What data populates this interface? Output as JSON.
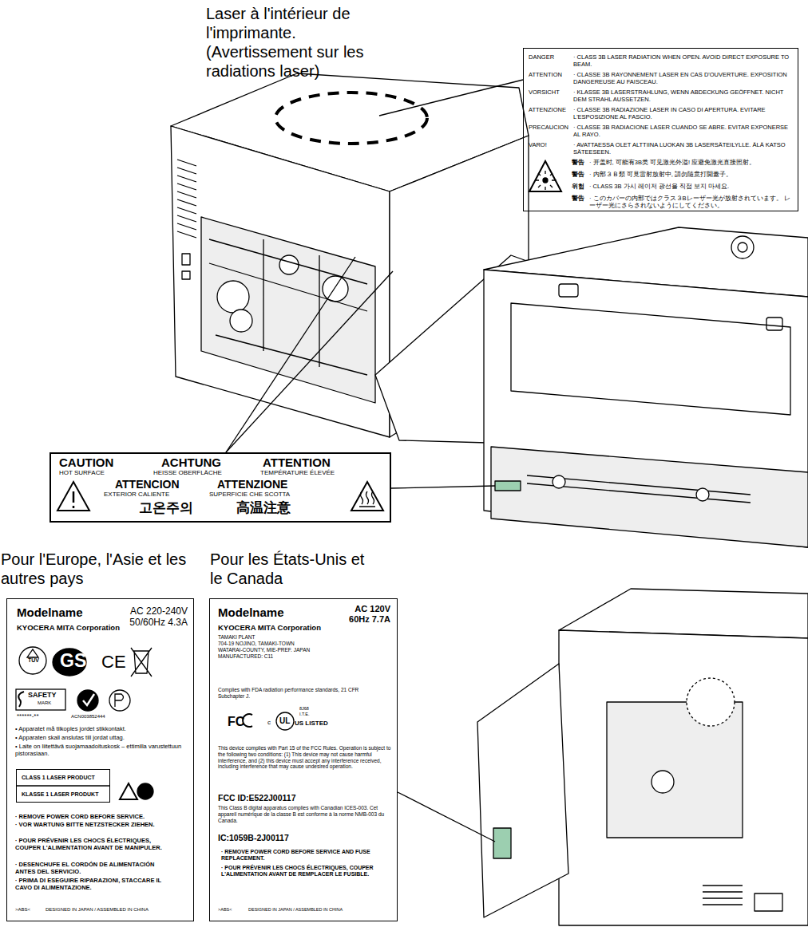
{
  "diagram": {
    "nodes": [
      {
        "text": [
          "DANGER",
          "· CLASS 3B LASER RADIATION WHEN OPEN. AVOID DIRECT EXPOSURE TO BEAM.",
          "ATTENTION",
          "· CLASSE 3B RAYONNEMENT LASER EN CAS D'OUVERTURE. EXPOSITION DANGEREUSE AU FAISCEAU.",
          "VORSICHT",
          "· KLASSE 3B LASERSTRAHLUNG, WENN ABDECKUNG GEÖFFNET. NICHT DEM STRAHL AUSSETZEN.",
          "ATTENZIONE",
          "· CLASSE 3B RADIAZIONE LASER IN CASO DI APERTURA. EVITARE L'ESPOSIZIONE AL FASCIO.",
          "PRECAUCION",
          "· CLASSE 3B RADIACIONE LASER CUANDO SE ABRE. EVITAR EXPONERSE AL RAYO.",
          "VARO!",
          "· AVATTAESSA OLET ALTTIINA LUOKAN 3B LASERSÄTEILYLLE. ÄLÄ KATSO SÄTEESEEN.",
          "警告",
          "· 开盖时, 可能有3B类 可见激光外溢! 应避免激光直接照射。",
          "警告",
          "· 内部３Ｂ類 可見雷射放射中, 請勿隨意打開蓋子。",
          "위험",
          "· CLASS 3B 가시 레이저 광선을 직접 보지 마세요.",
          "警告",
          "· このカバーの内部ではクラス３Bレーザー光が放射されています。 レーザー光にさらされないようにしてください。"
        ]
      },
      {
        "text": [
          "CAUTION",
          "HOT SURFACE",
          "ACHTUNG",
          "HEISSE OBERFLÄCHE",
          "ATTENTION",
          "TEMPÉRATURE ÉLEVÉE",
          "ATTENCION",
          "EXTERIOR CALIENTE",
          "ATTENZIONE",
          "SUPERFICIE CHE SCOTTA",
          "고온주의",
          "高温注意"
        ]
      },
      {
        "text": [
          "Pour l'Europe, l'Asie et les autres pays",
          "Modelname",
          "AC 220-240V",
          "50/60Hz 4.3A",
          "KYOCERA MITA Corporation",
          "TÜV",
          "GS",
          "CE",
          "SAFETY",
          "MARK",
          "******-**",
          "ACN003852444",
          "• Apparatet må tilkoples jordet stikkontakt.",
          "• Apparaten skall anslutas till jordat uttag.",
          "• Laite on liitettävä suojamaadoituskosk – ettimilla varustettuun pistorasiaan.",
          "· REMOVE POWER CORD BEFORE SERVICE.",
          "· VOR WARTUNG BITTE NETZSTECKER ZIEHEN.",
          "· POUR PRÉVENIR LES CHOCS ÉLECTRIQUES, COUPER L'ALIMENTATION AVANT DE MANIPULER.",
          "· DESENCHUFE EL CORDÓN DE ALIMENTACIÓN ANTES DEL SERVICIO.",
          "· PRIMA DI ESEGUIRE RIPARAZIONI, STACCARE IL CAVO DI ALIMENTAZIONE.",
          ">ABS<",
          "DESIGNED IN JAPAN / ASSEMBLED IN CHINA"
        ]
      },
      {
        "text": [
          "CLASS 1 LASER PRODUCT",
          "KLASSE 1 LASER PRODUKT"
        ],
        "in": 2
      },
      {
        "text": [
          "Pour les États-Unis et le Canada",
          "Modelname",
          "AC 120V",
          "60Hz 7.7A",
          "KYOCERA MITA Corporation",
          "TAMAKI PLANT",
          "704-19 NOJINO, TAMAKI-TOWN",
          "WATARAI-COUNTY, MIE-PREF. JAPAN",
          "MANUFACTURED: C11",
          "Complies with FDA radiation performance standards, 21 CFR Subchapter J.",
          "FC",
          "c",
          "UL",
          "8J68",
          "I.T.E.",
          "US LISTED",
          "This device complies with Part 15 of the FCC Rules. Operation is subject to the following two conditions: (1) This device may not cause harmful interference, and (2) this device must accept any interference received, including interference that may cause undesired operation.",
          "FCC ID:E522J00117",
          "This Class B digital apparatus complies with Canadian ICES-003. Cet appareil numérique de la classe B est conforme à la norme NMB-003 du Canada.",
          "IC:1059B-2J00117",
          "· REMOVE POWER CORD BEFORE SERVICE AND FUSE REPLACEMENT.",
          "· POUR PRÉVENIR LES CHOCS ÉLECTRIQUES, COUPER L'ALIMENTATION AVANT DE REMPLACER LE FUSIBLE.",
          ">ABS<",
          "DESIGNED IN JAPAN / ASSEMBLED IN CHINA"
        ]
      }
    ],
    "labels": [
      "Laser à l'intérieur de l'imprimante. (Avertissement sur les radiations laser)"
    ]
  }
}
